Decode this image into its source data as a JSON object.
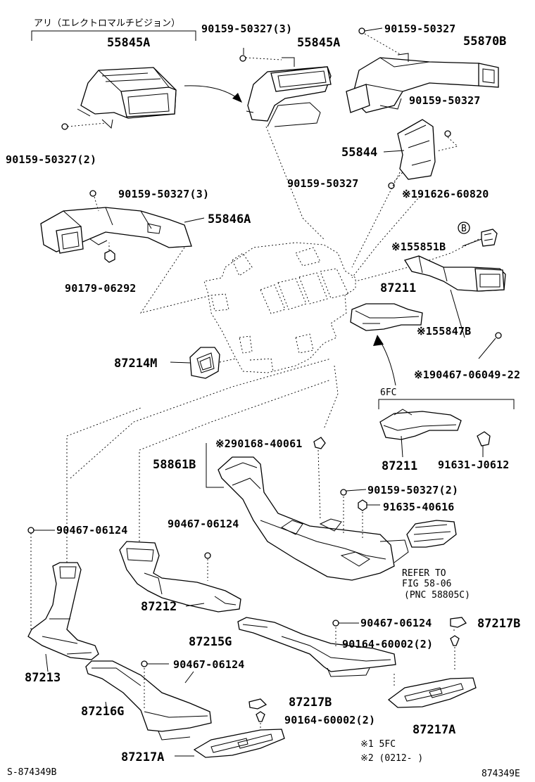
{
  "diagram": {
    "header_jp": "アリ（エレクトロマルチビジョン）",
    "labels": {
      "p55845A_left": "55845A",
      "p90159_50327_2_left": "90159-50327(2)",
      "p90159_50327_3_top": "90159-50327(3)",
      "p55845A_right": "55845A",
      "p90159_50327_tr": "90159-50327",
      "p55870B": "55870B",
      "p90159_50327_mid": "90159-50327",
      "p55844": "55844",
      "p90159_50327_low": "90159-50327",
      "p191626": "※191626-60820",
      "circle_b": "B",
      "p155851B": "※155851B",
      "p90159_50327_3_left": "90159-50327(3)",
      "p55846A": "55846A",
      "p90179": "90179-06292",
      "p87211_top": "87211",
      "p155847B": "※155847B",
      "p190467": "※190467-06049-22",
      "p87214M": "87214M",
      "p6FC": "6FC",
      "p290168": "※290168-40061",
      "p58861B": "58861B",
      "p87211_bot": "87211",
      "p91631": "91631-J0612",
      "p90159_50327_2_right": "90159-50327(2)",
      "p91635": "91635-40616",
      "p90467_left": "90467-06124",
      "p90467_mid": "90467-06124",
      "refer1": "REFER TO",
      "refer2": "FIG 58-06",
      "refer3": "(PNC 58805C)",
      "p87212": "87212",
      "p90467_right": "90467-06124",
      "p87217B_right": "87217B",
      "p87215G": "87215G",
      "p90164_right": "90164-60002(2)",
      "p87213": "87213",
      "p90467_low": "90467-06124",
      "p87216G": "87216G",
      "p87217B_low": "87217B",
      "p90164_low": "90164-60002(2)",
      "p87217A_right": "87217A",
      "p87217A_low": "87217A",
      "note1": "※1 5FC",
      "note2": "※2 (0212-        )",
      "footer_left": "S-874349B",
      "footer_right": "874349E"
    }
  }
}
